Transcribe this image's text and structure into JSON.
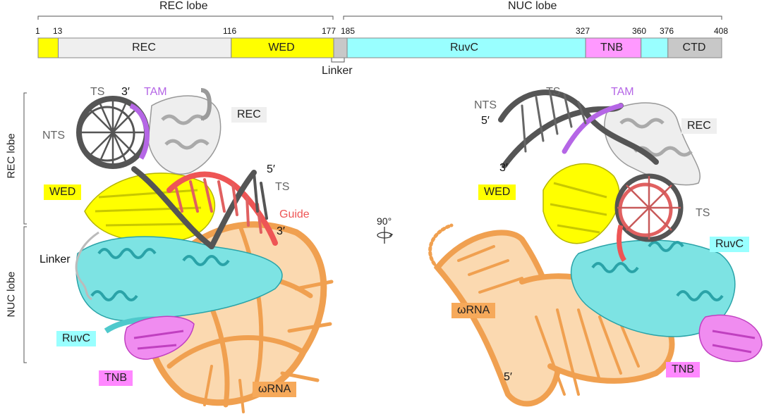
{
  "domains_bar": {
    "rec_lobe_label": "REC lobe",
    "nuc_lobe_label": "NUC lobe",
    "linker_label": "Linker",
    "boundaries": [
      "1",
      "13",
      "116",
      "177",
      "185",
      "327",
      "360",
      "376",
      "408"
    ],
    "segments": [
      {
        "name": "",
        "start": 1,
        "end": 13,
        "color": "#ffff00"
      },
      {
        "name": "REC",
        "start": 13,
        "end": 116,
        "color": "#efefef"
      },
      {
        "name": "WED",
        "start": 116,
        "end": 177,
        "color": "#ffff00"
      },
      {
        "name": "",
        "start": 177,
        "end": 185,
        "color": "#c8c8c8"
      },
      {
        "name": "RuvC",
        "start": 185,
        "end": 327,
        "color": "#99ffff"
      },
      {
        "name": "TNB",
        "start": 327,
        "end": 360,
        "color": "#ff99ff"
      },
      {
        "name": "",
        "start": 360,
        "end": 376,
        "color": "#99ffff"
      },
      {
        "name": "CTD",
        "start": 376,
        "end": 408,
        "color": "#c8c8c8"
      }
    ]
  },
  "side_labels": {
    "rec": "REC lobe",
    "nuc": "NUC lobe"
  },
  "rotation_label": "90°",
  "left_structure": {
    "ts_top": "TS",
    "three_prime_top": "3′",
    "tam": "TAM",
    "nts": "NTS",
    "rec": "REC",
    "five_prime": "5′",
    "ts_right": "TS",
    "wed": "WED",
    "guide": "Guide",
    "three_prime_guide": "3′",
    "linker": "Linker",
    "ruvc": "RuvC",
    "tnb": "TNB",
    "wrna": "ωRNA"
  },
  "right_structure": {
    "nts": "NTS",
    "ts_top": "TS",
    "tam": "TAM",
    "five_prime_top": "5′",
    "three_prime": "3′",
    "rec": "REC",
    "wed": "WED",
    "ts_right": "TS",
    "ruvc": "RuvC",
    "wrna": "ωRNA",
    "five_prime_bottom": "5′",
    "tnb": "TNB"
  },
  "colors": {
    "rec": "#efefef",
    "wed": "#ffff00",
    "ruvc": "#99ffff",
    "tnb": "#ff88ff",
    "ctd": "#c8c8c8",
    "wrna": "#f6a95a",
    "guide": "#ee5555",
    "tam": "#b566e6",
    "dna_gray": "#555555"
  }
}
